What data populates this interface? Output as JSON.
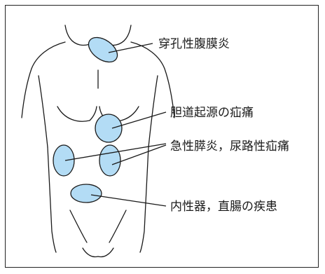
{
  "figure": {
    "region_color": "#b3dcf5",
    "outline_color": "#1a1a1a",
    "background": "#ffffff"
  },
  "labels": {
    "perforated_peritonitis": "穿孔性腹膜炎",
    "biliary_origin_pain": "胆道起源の疝痛",
    "pancreatitis_urinary_pain": "急性膵炎，尿路性疝痛",
    "internal_genital_rectal": "内性器，直腸の疾患"
  }
}
